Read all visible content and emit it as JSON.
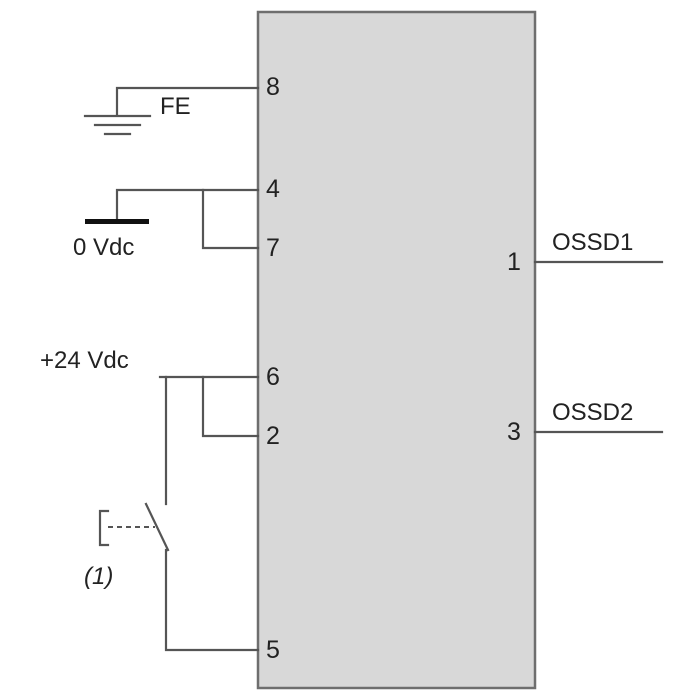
{
  "colors": {
    "module_fill": "#d8d8d8",
    "module_stroke": "#6e6e6e",
    "wire": "#555555"
  },
  "labels": {
    "fe": "FE",
    "zero_vdc": "0 Vdc",
    "plus_24vdc": "+24 Vdc",
    "switch_note": "(1)",
    "ossd1": "OSSD1",
    "ossd2": "OSSD2"
  },
  "pins": {
    "p8": "8",
    "p4": "4",
    "p7": "7",
    "p6": "6",
    "p2": "2",
    "p5": "5",
    "p1": "1",
    "p3": "3"
  },
  "icons": {
    "ground": "ground-icon",
    "supply_bar": "dc-supply-bar-icon",
    "switch": "pushbutton-switch-icon"
  }
}
